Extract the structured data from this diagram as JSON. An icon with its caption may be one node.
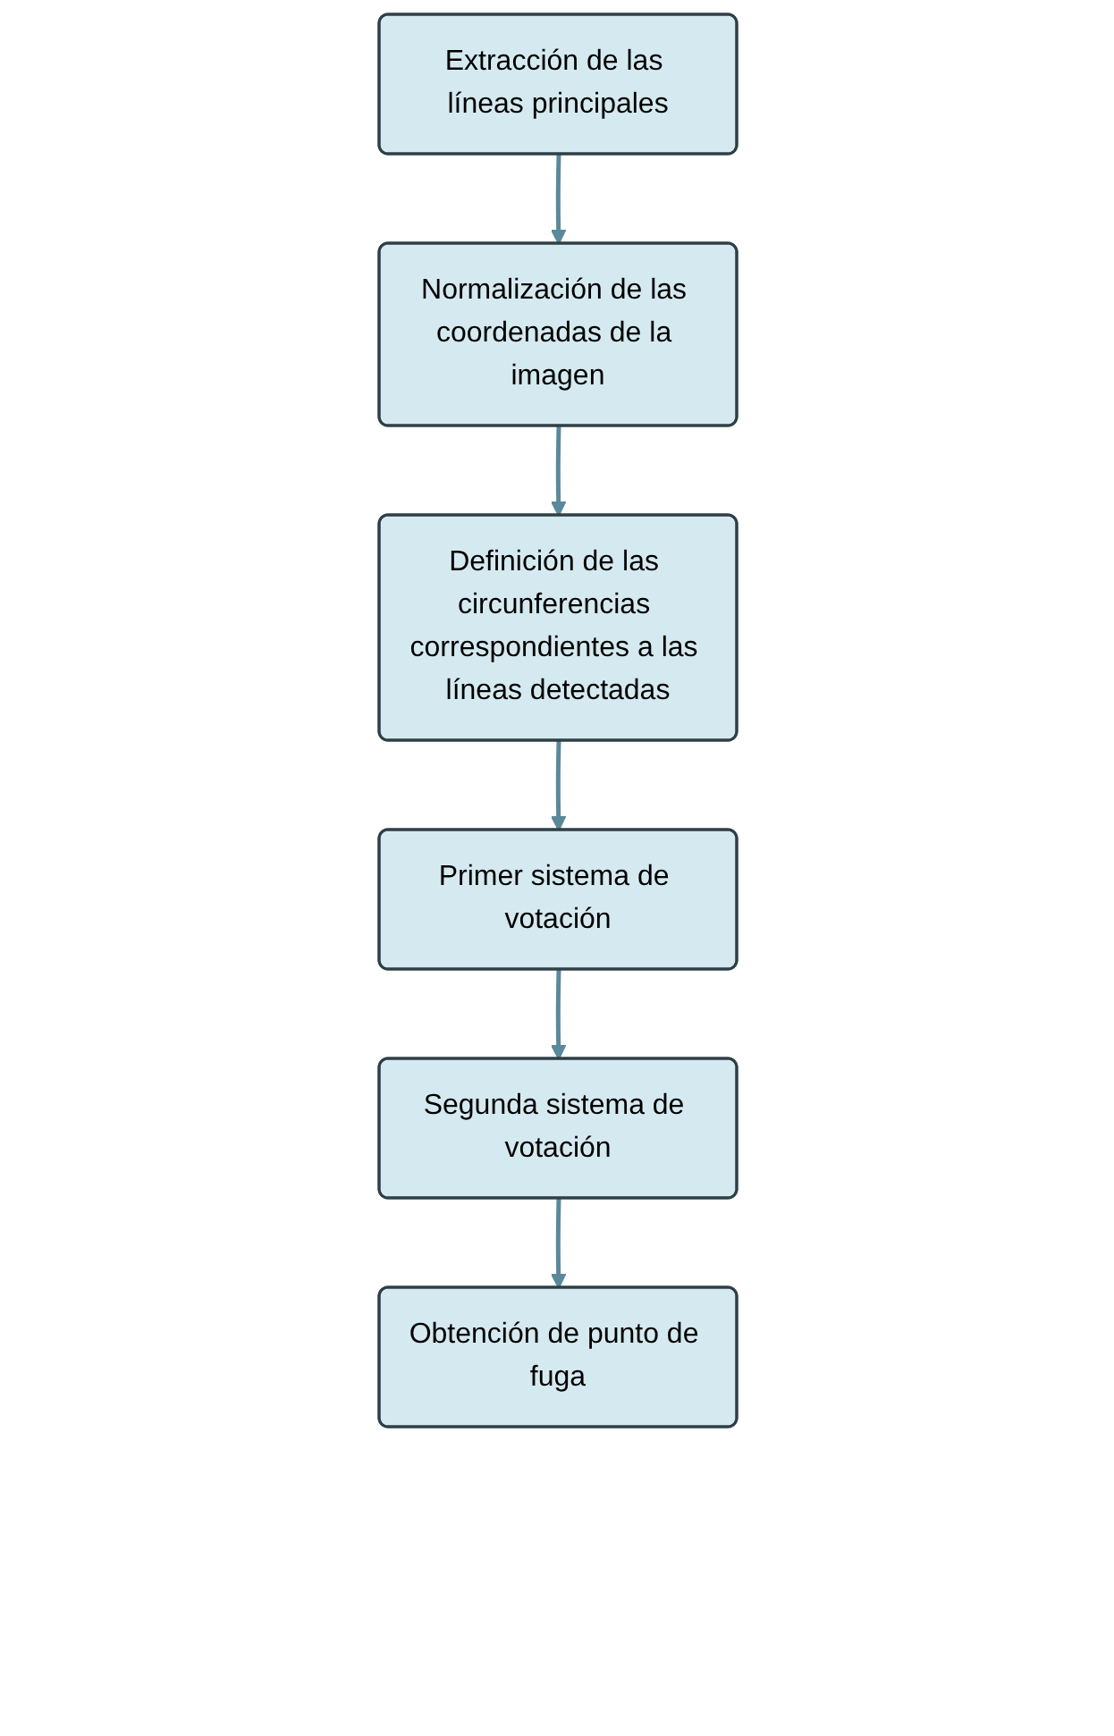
{
  "diagram": {
    "nodes": [
      {
        "text": [
          "Extracción de las líneas principales"
        ]
      },
      {
        "text": [
          "Normalización de las coordenadas de la imagen"
        ]
      },
      {
        "text": [
          "Definición de las circunferencias correspondientes a las líneas detectadas"
        ]
      },
      {
        "text": [
          "Primer sistema de votación"
        ]
      },
      {
        "text": [
          "Segunda sistema de votación"
        ]
      },
      {
        "text": [
          "Obtención de punto de fuga"
        ]
      }
    ],
    "edges": [
      {
        "from": 0,
        "to": 1,
        "arrow": "to"
      },
      {
        "from": 1,
        "to": 2,
        "arrow": "to"
      },
      {
        "from": 2,
        "to": 3,
        "arrow": "to"
      },
      {
        "from": 3,
        "to": 4,
        "arrow": "to"
      },
      {
        "from": 4,
        "to": 5,
        "arrow": "to"
      }
    ]
  }
}
